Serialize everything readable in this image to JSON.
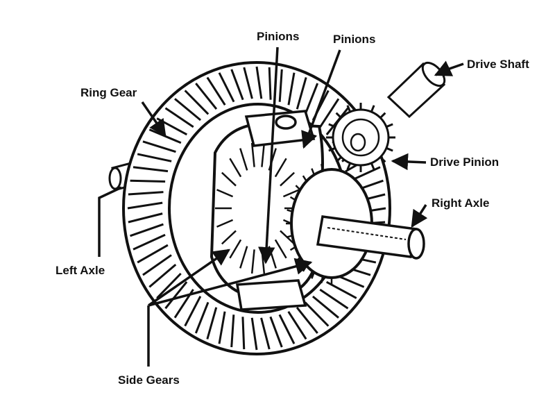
{
  "diagram": {
    "labels": {
      "ring_gear": "Ring Gear",
      "pinions_left": "Pinions",
      "pinions_right": "Pinions",
      "drive_shaft": "Drive Shaft",
      "drive_pinion": "Drive Pinion",
      "right_axle": "Right Axle",
      "left_axle": "Left Axle",
      "side_gears": "Side Gears"
    },
    "colors": {
      "ink": "#111111",
      "background": "#ffffff"
    }
  }
}
